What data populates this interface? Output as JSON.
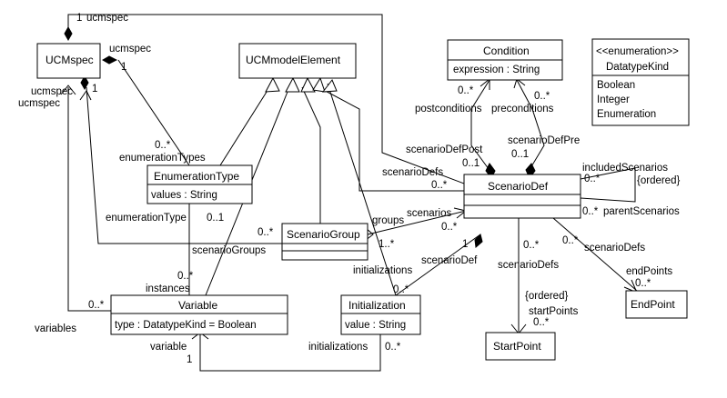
{
  "classes": {
    "ucmspec": {
      "name": "UCMspec"
    },
    "ucm_model_element": {
      "name": "UCMmodelElement"
    },
    "condition": {
      "name": "Condition",
      "attr": "expression : String"
    },
    "datatype_kind": {
      "stereotype": "<<enumeration>>",
      "name": "DatatypeKind",
      "values": [
        "Boolean",
        "Integer",
        "Enumeration"
      ]
    },
    "enumeration_type": {
      "name": "EnumerationType",
      "attr": "values : String"
    },
    "scenario_def": {
      "name": "ScenarioDef"
    },
    "scenario_group": {
      "name": "ScenarioGroup"
    },
    "variable": {
      "name": "Variable",
      "attr": "type : DatatypeKind = Boolean"
    },
    "initialization": {
      "name": "Initialization",
      "attr": "value : String"
    },
    "start_point": {
      "name": "StartPoint"
    },
    "end_point": {
      "name": "EndPoint"
    }
  },
  "labels": {
    "ucmspec_top_role": "ucmspec",
    "ucmspec_top_mult": "1",
    "ucmspec_enum_role": "ucmspec",
    "ucmspec_enum_mult": "1",
    "ucmspec_left_role": "ucmspec",
    "ucmspec_left_role2": "ucmspec",
    "ucmspec_left_mult": "1",
    "enum_types_mult": "0..*",
    "enum_types_role": "enumerationTypes",
    "scenario_defs_mult": "0..*",
    "scenario_defs_role": "scenarioDefs",
    "postconditions_mult": "0..*",
    "postconditions_role": "postconditions",
    "preconditions_mult": "0..*",
    "preconditions_role": "preconditions",
    "scenario_def_post_role": "scenarioDefPost",
    "scenario_def_post_mult": "0..1",
    "scenario_def_pre_role": "scenarioDefPre",
    "scenario_def_pre_mult": "0..1",
    "included_scenarios_role": "includedScenarios",
    "included_mult": "0..*",
    "ordered1": "{ordered}",
    "parent_mult": "0..*",
    "parent_role": "parentScenarios",
    "enumeration_type_role": "enumerationType",
    "enumeration_type_mult": "0..1",
    "groups_role": "groups",
    "scenarios_role": "scenarios",
    "scenarios_mult": "0..*",
    "groups_mult": "1..*",
    "scenario_groups_mult": "0..*",
    "scenario_groups_role": "scenarioGroups",
    "sd_init_mult": "1",
    "sd_init_role": "scenarioDef",
    "initializations_role": "initializations",
    "initializations_mult": "0..*",
    "sd_start_mult": "0..*",
    "sd_start_role": "scenarioDefs",
    "sd_end_mult": "0..*",
    "sd_end_role": "scenarioDefs",
    "end_points_role": "endPoints",
    "end_points_mult": "0..*",
    "ordered2": "{ordered}",
    "start_points_role": "startPoints",
    "start_points_mult": "0..*",
    "instances_mult": "0..*",
    "instances_role": "instances",
    "variables_mult": "0..*",
    "variables_role": "variables",
    "variable_role": "variable",
    "variable_mult": "1",
    "initializations2_role": "initializations",
    "initializations2_mult": "0..*"
  }
}
